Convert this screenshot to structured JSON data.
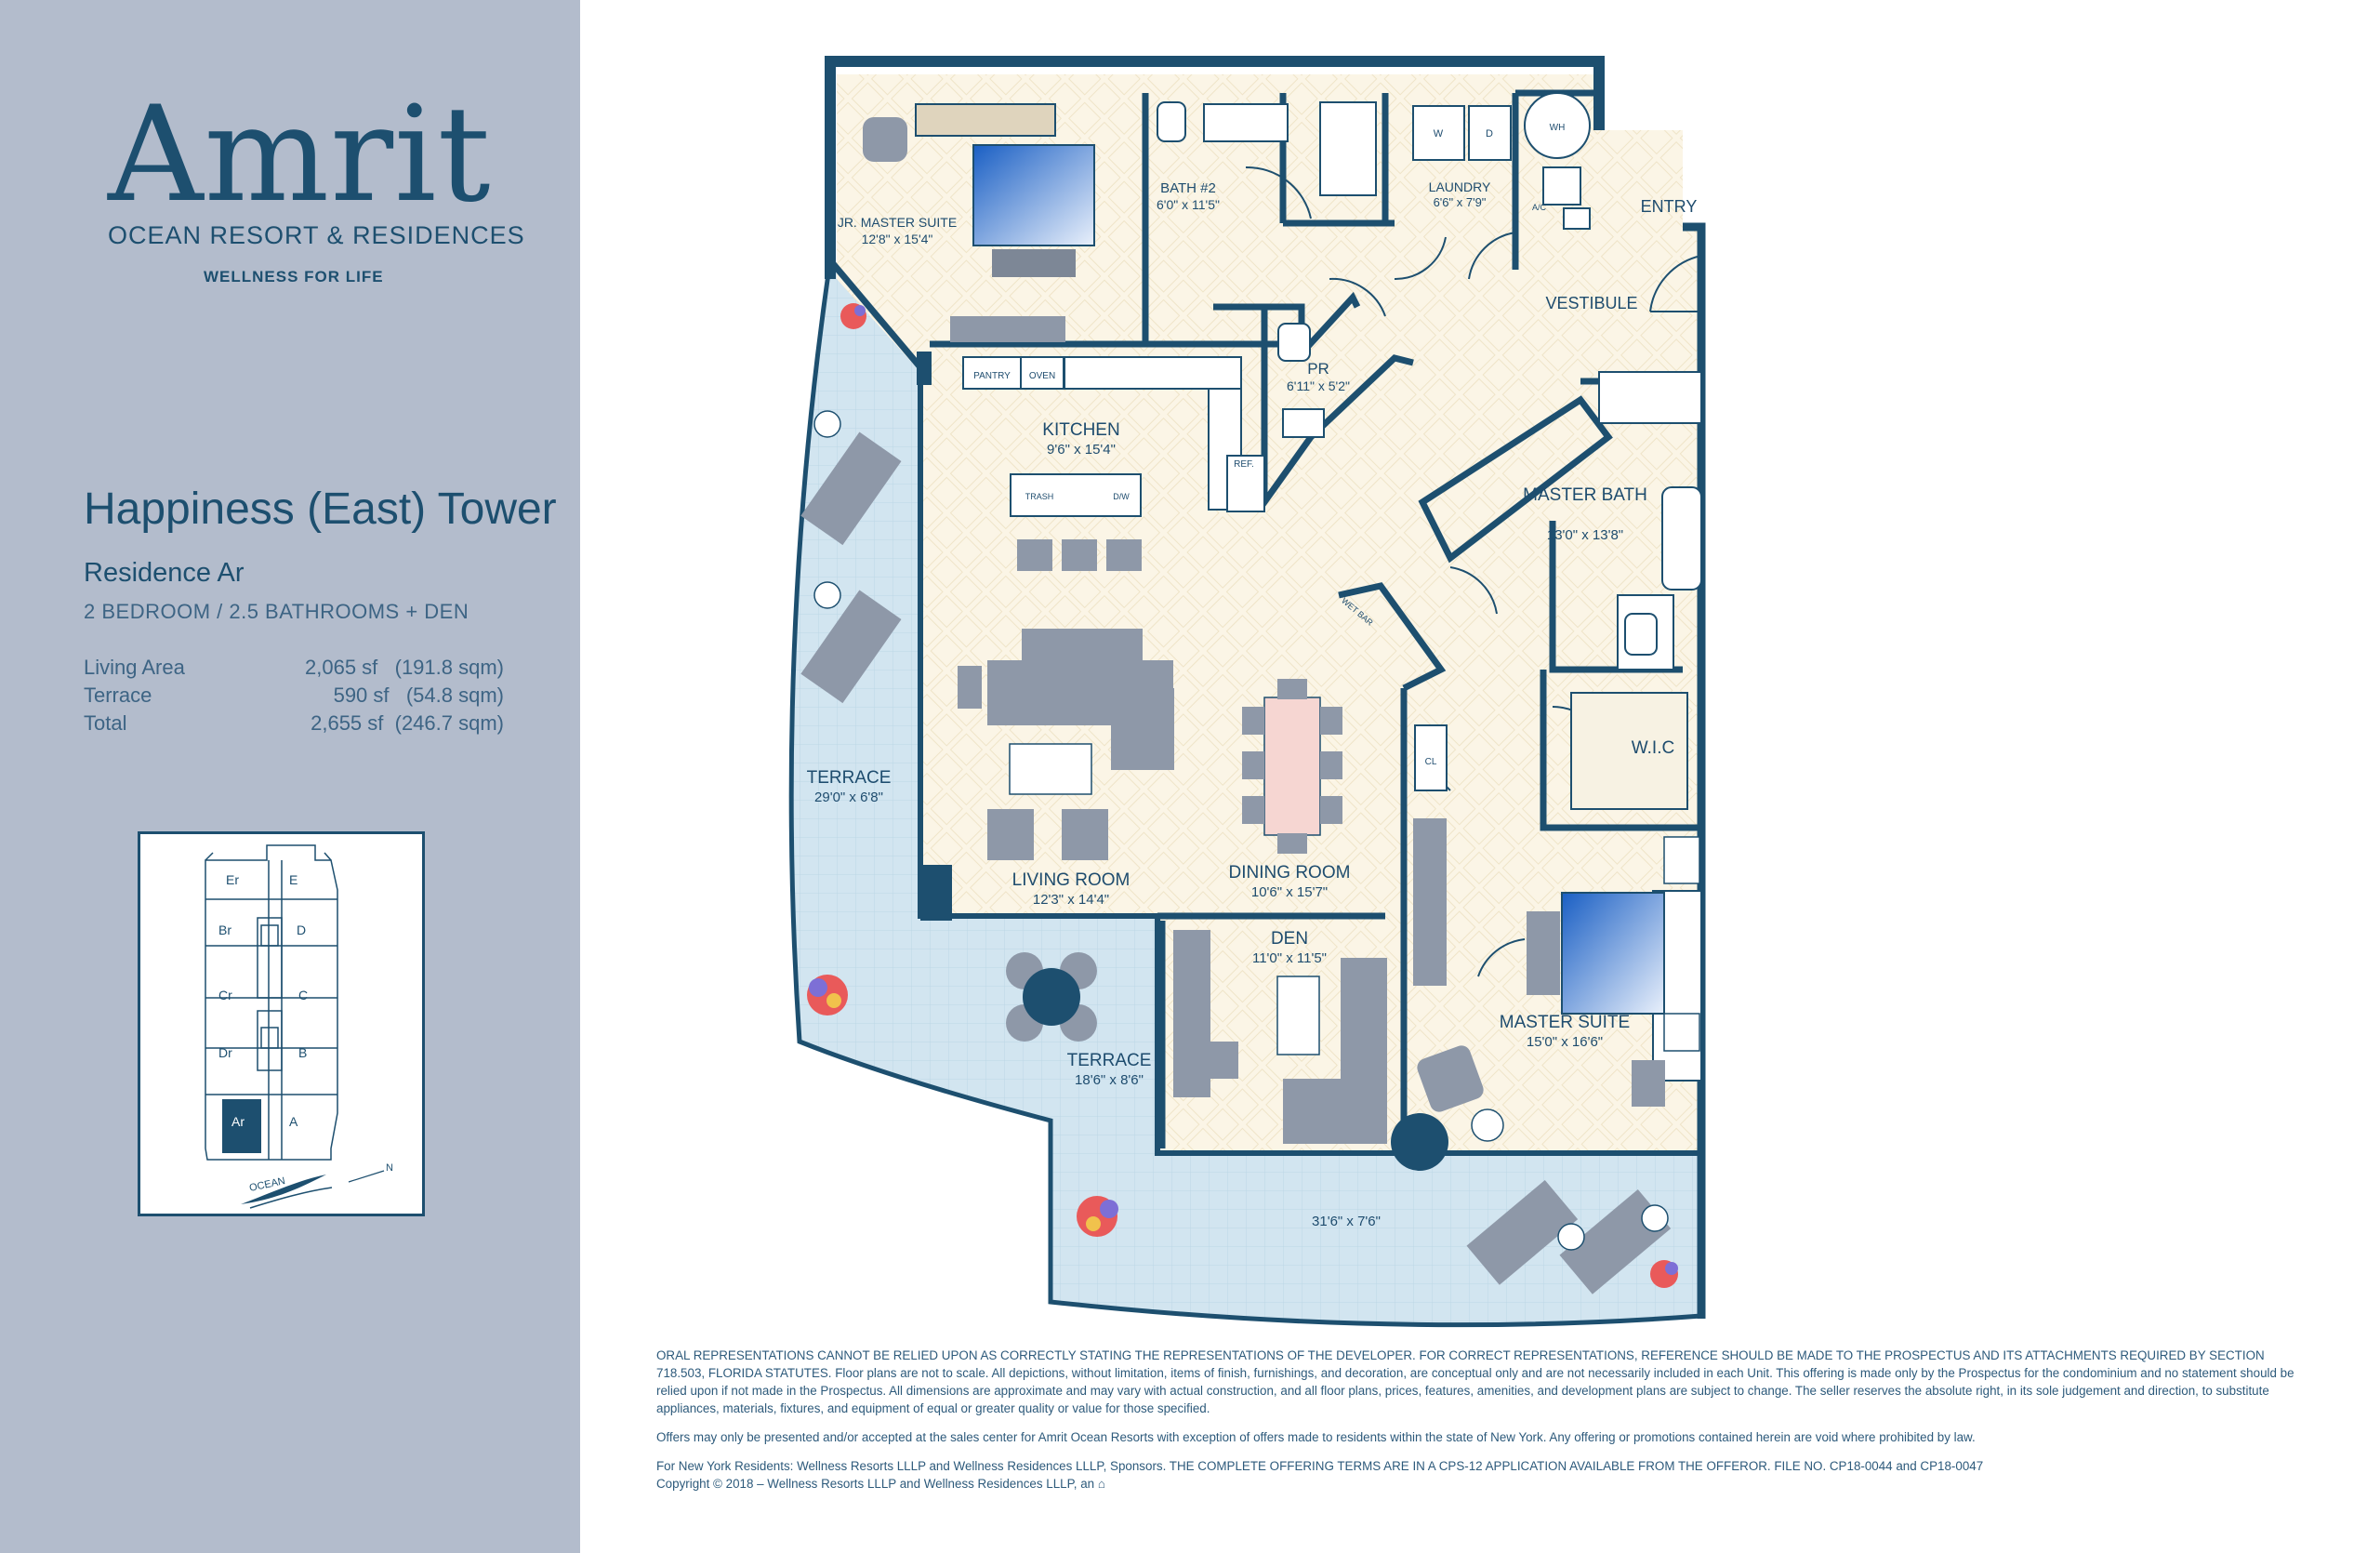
{
  "brand": {
    "name": "Amrit",
    "subtitle": "OCEAN RESORT & RESIDENCES",
    "tagline": "WELLNESS FOR LIFE"
  },
  "residence": {
    "tower": "Happiness (East) Tower",
    "name": "Residence Ar",
    "configuration": "2 BEDROOM / 2.5  BATHROOMS + DEN",
    "areas": [
      {
        "label": "Living Area",
        "value": "2,065 sf   (191.8 sqm)"
      },
      {
        "label": "Terrace",
        "value": "590 sf   (54.8 sqm)"
      },
      {
        "label": "Total",
        "value": "2,655 sf  (246.7 sqm)"
      }
    ]
  },
  "keyplan": {
    "units": [
      "Er",
      "E",
      "Br",
      "D",
      "Cr",
      "C",
      "Dr",
      "B",
      "Ar",
      "A"
    ],
    "highlighted": "Ar",
    "ocean_label": "OCEAN",
    "north_label": "N"
  },
  "floorplan": {
    "rooms": [
      {
        "name": "JR. MASTER SUITE",
        "dims": "12'8\" x 15'4\""
      },
      {
        "name": "BATH #2",
        "dims": "6'0\" x 11'5\""
      },
      {
        "name": "LAUNDRY",
        "dims": "6'6\" x 7'9\""
      },
      {
        "name": "ENTRY",
        "dims": ""
      },
      {
        "name": "VESTIBULE",
        "dims": ""
      },
      {
        "name": "PR",
        "dims": "6'11\" x 5'2\""
      },
      {
        "name": "KITCHEN",
        "dims": "9'6\" x 15'4\""
      },
      {
        "name": "MASTER BATH",
        "dims": "13'0\" x 13'8\""
      },
      {
        "name": "W.I.C",
        "dims": ""
      },
      {
        "name": "TERRACE",
        "dims": "29'0\" x 6'8\""
      },
      {
        "name": "LIVING ROOM",
        "dims": "12'3\" x 14'4\""
      },
      {
        "name": "DINING ROOM",
        "dims": "10'6\" x 15'7\""
      },
      {
        "name": "DEN",
        "dims": "11'0\" x 11'5\""
      },
      {
        "name": "MASTER  SUITE",
        "dims": "15'0\" x 16'6\""
      },
      {
        "name": "TERRACE",
        "dims": "18'6\" x 8'6\""
      },
      {
        "name": "",
        "dims": "31'6\" x 7'6\""
      }
    ],
    "fixtures": {
      "wh": "WH",
      "w": "W",
      "d": "D",
      "ac": "A/C",
      "pantry": "PANTRY",
      "oven": "OVEN",
      "ref": "REF.",
      "trash": "TRASH",
      "dw": "D/W",
      "wet_bar": "WET BAR",
      "cl": "CL"
    },
    "colors": {
      "wall": "#1d4f6f",
      "floor": "#fbf5e6",
      "terrace": "#cfe3ef",
      "furniture": "#8e98a8",
      "bed": "#2a74c9",
      "dining_table": "#f6d6d2"
    }
  },
  "disclaimer": {
    "p1": "ORAL REPRESENTATIONS CANNOT BE RELIED UPON AS CORRECTLY STATING THE REPRESENTATIONS OF THE DEVELOPER. FOR CORRECT REPRESENTATIONS, REFERENCE SHOULD BE MADE TO THE PROSPECTUS AND ITS ATTACHMENTS REQUIRED BY SECTION 718.503, FLORIDA STATUTES.  Floor plans are not to scale. All depictions, without limitation, items of finish, furnishings, and decoration, are conceptual only and are not necessarily included in each Unit. This offering is made only by the Prospectus for the condominium and no statement should be relied upon if not made in the Prospectus. All dimensions are approximate and may vary with actual construction, and all floor plans, prices, features, amenities, and development plans are subject to change. The seller reserves the absolute right, in its sole judgement and direction, to substitute appliances, materials, fixtures, and equipment of equal or greater quality or value for those specified.",
    "p2": "Offers may only be presented and/or accepted at the sales center for Amrit Ocean Resorts with exception of offers made to residents within the state of New York.  Any offering or promotions contained herein are void where prohibited by law.",
    "p3": "For New York Residents: Wellness Resorts LLLP and Wellness Residences LLLP, Sponsors. THE COMPLETE OFFERING TERMS ARE IN A CPS-12 APPLICATION AVAILABLE FROM THE OFFEROR. FILE NO. CP18-0044 and CP18-0047",
    "p4": "Copyright © 2018 – Wellness Resorts LLLP and Wellness Residences LLLP, an ⌂"
  }
}
